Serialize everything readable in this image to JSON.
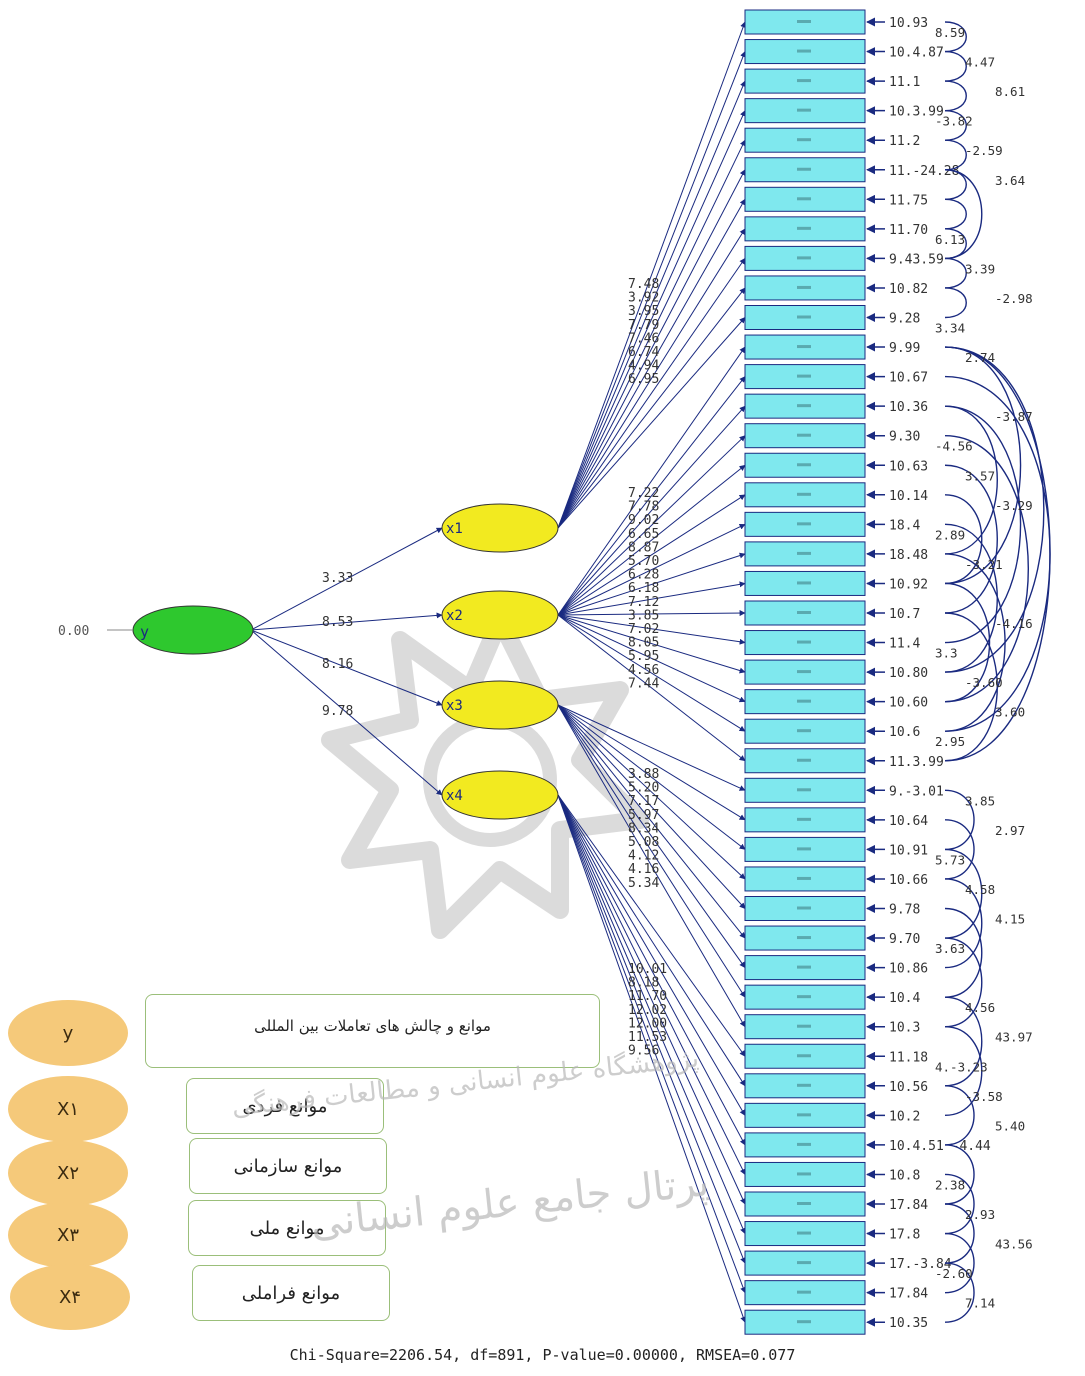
{
  "latent": {
    "y": {
      "label": "y",
      "variance": "0.00"
    },
    "x": [
      "x1",
      "x2",
      "x3",
      "x4"
    ],
    "y_to_x": [
      "3.33",
      "8.53",
      "8.16",
      "9.78"
    ]
  },
  "loadings": {
    "x1": [
      "7.48",
      "3.92",
      "3.95",
      "7.79",
      "7.46",
      "6.74",
      "4.94",
      "6.95"
    ],
    "x2": [
      "7.22",
      "7.78",
      "9.02",
      "6.65",
      "8.87",
      "5.70",
      "6.28",
      "6.18",
      "7.12",
      "3.85",
      "7.02",
      "8.05",
      "5.95",
      "4.56",
      "7.44"
    ],
    "x3": [
      "3.88",
      "5.20",
      "7.17",
      "5.97",
      "8.34",
      "5.08",
      "4.12",
      "4.16",
      "5.34"
    ],
    "x4": [
      "10.01",
      "8.18",
      "11.70",
      "12.02",
      "12.00",
      "11.53",
      "9.56"
    ]
  },
  "errors": [
    "10.93",
    "10.4.87",
    "11.1",
    "10.3.99",
    "11.2",
    "11.-24.28",
    "11.75",
    "11.70",
    "9.43.59",
    "10.82",
    "9.28",
    "9.99",
    "10.67",
    "10.36",
    "9.30",
    "10.63",
    "10.14",
    "18.4",
    "18.48",
    "10.92",
    "10.7",
    "11.4",
    "10.80",
    "10.60",
    "10.6",
    "11.3.99",
    "9.-3.01",
    "10.64",
    "10.91",
    "10.66",
    "9.78",
    "9.70",
    "10.86",
    "10.4",
    "10.3",
    "11.18",
    "10.56",
    "10.2",
    "10.4.51 -4.44",
    "10.8",
    "17.84",
    "17.8",
    "17.-3.84",
    "17.84",
    "10.35"
  ],
  "correlations": [
    "8.59",
    "4.47",
    "8.61",
    "-3.82",
    "-2.59",
    "3.64",
    "6.13",
    "3.39",
    "-2.98",
    "3.34",
    "2.74",
    "-3.87",
    "-4.56",
    "3.57",
    "-3.29",
    "2.89",
    "-3.21",
    "-4.16",
    "3.3",
    "-3.60",
    "3.60",
    "2.95",
    "3.85",
    "2.97",
    "5.73",
    "4.58",
    "4.15",
    "3.63",
    "4.56",
    "43.97",
    "4.-3.23",
    "-3.58",
    "5.40",
    "2.38",
    "2.93",
    "43.56",
    "-2.60",
    "7.14"
  ],
  "legend": [
    {
      "code": "y",
      "label": "موانع و چالش های تعاملات بین المللی"
    },
    {
      "code": "X۱",
      "label": "موانع فردی"
    },
    {
      "code": "X۲",
      "label": "موانع سازمانی"
    },
    {
      "code": "X۳",
      "label": "موانع ملی"
    },
    {
      "code": "X۴",
      "label": "موانع فراملی"
    }
  ],
  "watermark": {
    "line1": "پژوهشگاه علوم انسانی و مطالعات فرهنگی",
    "line2": "پرتال جامع علوم انسانی"
  },
  "fit": "Chi-Square=2206.54,  df=891,  P-value=0.00000,  RMSEA=0.077",
  "colors": {
    "indicator": "#7fe8ee",
    "factor": "#f2ea20",
    "second_order": "#2ec82e",
    "path": "#1a2a80",
    "legend_circle": "#f5c97a"
  }
}
